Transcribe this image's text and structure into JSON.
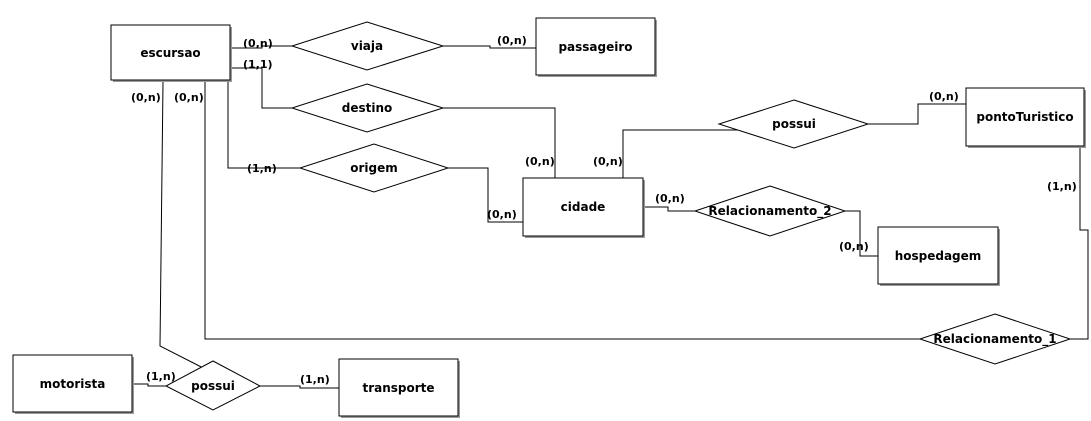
{
  "diagram": {
    "entities": {
      "escursao": "escursao",
      "passageiro": "passageiro",
      "pontoTuristico": "pontoTuristico",
      "cidade": "cidade",
      "hospedagem": "hospedagem",
      "motorista": "motorista",
      "transporte": "transporte"
    },
    "relationships": {
      "viaja": "viaja",
      "destino": "destino",
      "origem": "origem",
      "possui_cidade": "possui",
      "relacionamento_2": "Relacionamento_2",
      "relacionamento_1": "Relacionamento_1",
      "possui_transporte": "possui"
    },
    "cardinalities": {
      "escursao_viaja": "(0,n)",
      "viaja_passageiro": "(0,n)",
      "escursao_destino": "(1,1)",
      "escursao_possui_left": "(0,n)",
      "escursao_rel1": "(0,n)",
      "escursao_origem": "(1,n)",
      "destino_cidade": "(0,n)",
      "cidade_possui": "(0,n)",
      "possui_ponto": "(0,n)",
      "ponto_rel1": "(1,n)",
      "origem_cidade": "(0,n)",
      "cidade_rel2": "(0,n)",
      "rel2_hospedagem": "(0,n)",
      "motorista_possui": "(1,n)",
      "possui_transporte": "(1,n)"
    }
  }
}
